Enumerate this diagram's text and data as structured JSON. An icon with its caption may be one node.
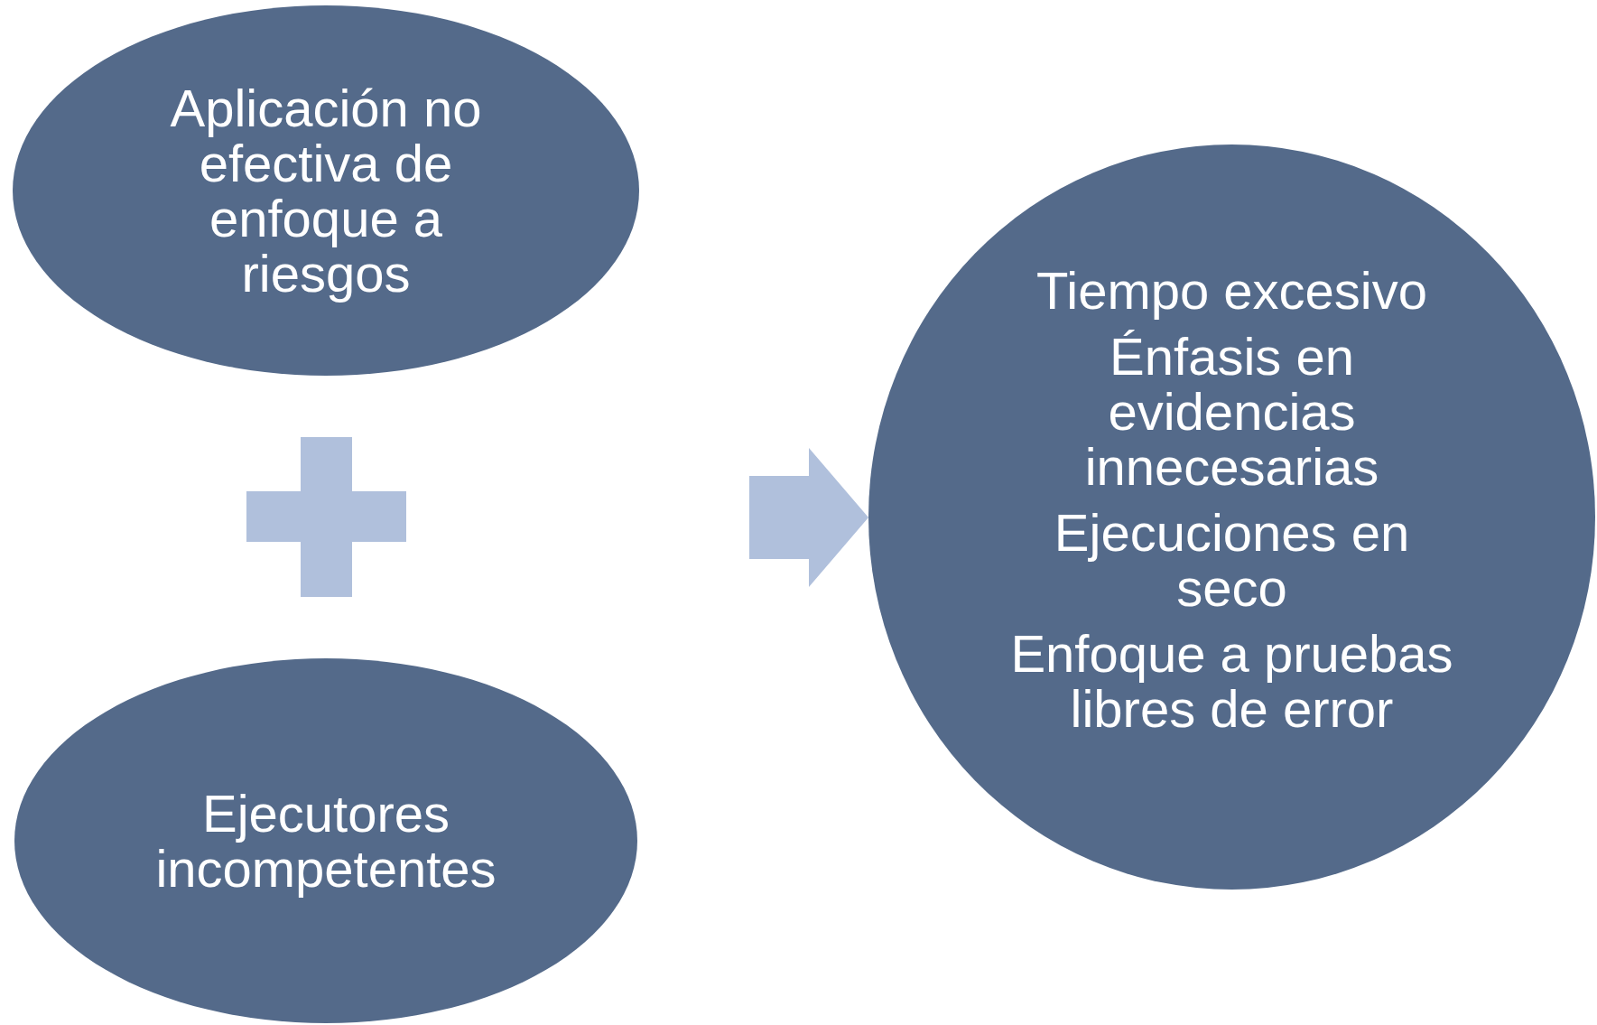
{
  "diagram": {
    "nodes": [
      {
        "text": [
          "Aplicación no efectiva de enfoque a riesgos"
        ]
      },
      {
        "text": [],
        "shape": "plus"
      },
      {
        "text": [
          "Ejecutores incompetentes"
        ]
      },
      {
        "text": [
          "Tiempo excesivo",
          "Énfasis en evidencias innecesarias",
          "Ejecuciones en seco",
          "Enfoque a pruebas libres de error"
        ]
      }
    ],
    "edges": [
      {
        "from": null,
        "to": 3,
        "arrow": "to"
      }
    ]
  }
}
